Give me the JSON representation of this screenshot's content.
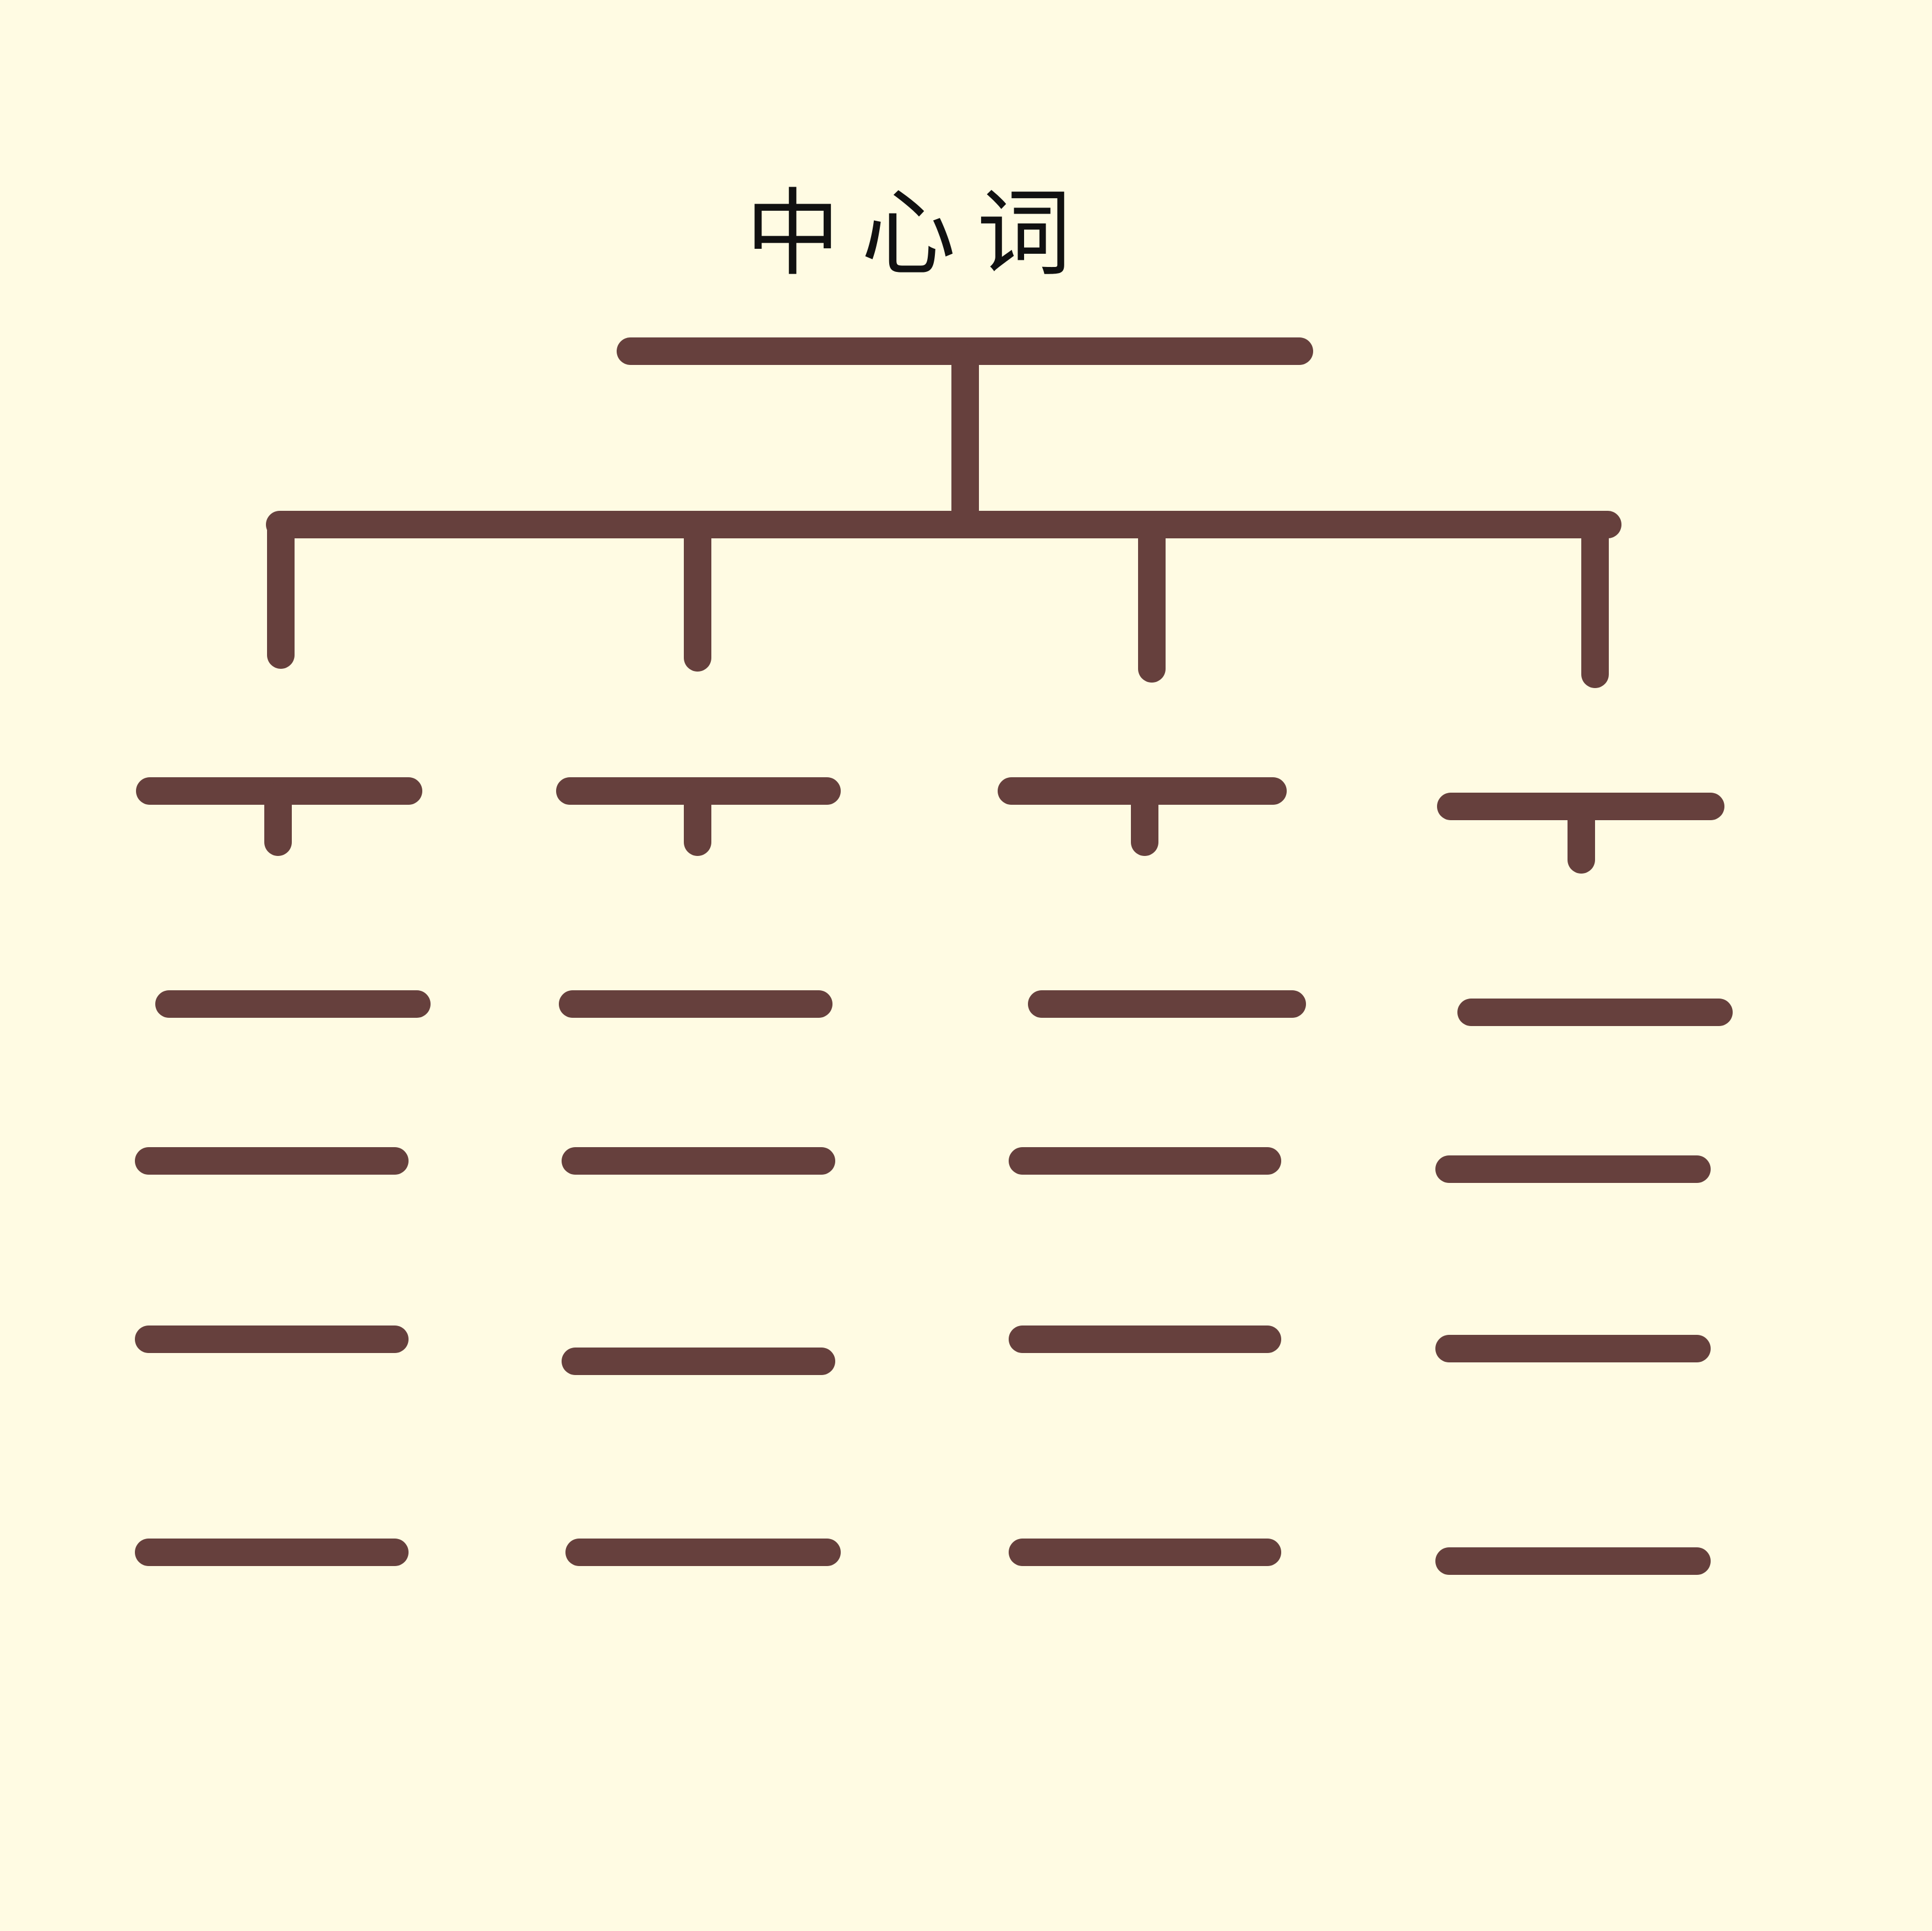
{
  "diagram": {
    "center_word": "中心词",
    "colors": {
      "background": "#fffbe3",
      "stroke": "#66403d",
      "text": "#111111"
    },
    "structure": {
      "branches": 4,
      "blank_lines_per_branch": 4
    }
  }
}
